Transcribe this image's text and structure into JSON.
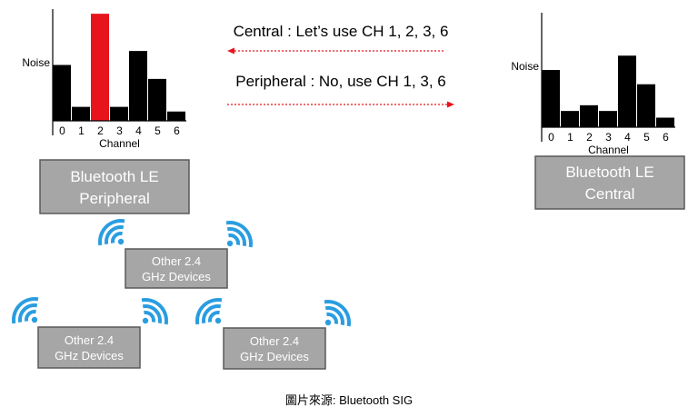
{
  "colors": {
    "bar": "#000000",
    "highlight_bar": "#e8141c",
    "box_fill": "#a6a6a6",
    "box_stroke": "#595959",
    "box_text": "#ffffff",
    "arrow": "#e8141c",
    "wifi": "#2a9de0",
    "text": "#000000"
  },
  "chart_data": [
    {
      "type": "bar",
      "categories": [
        "0",
        "1",
        "2",
        "3",
        "4",
        "5",
        "6"
      ],
      "values": [
        6,
        1.5,
        11.5,
        1.5,
        7.5,
        4.5,
        1
      ],
      "highlight_index": 2,
      "xlabel": "Channel",
      "ylabel": "Noise",
      "ylim": [
        0,
        12
      ]
    },
    {
      "type": "bar",
      "categories": [
        "0",
        "1",
        "2",
        "3",
        "4",
        "5",
        "6"
      ],
      "values": [
        6,
        1.7,
        2.3,
        1.7,
        7.5,
        4.5,
        1
      ],
      "highlight_index": null,
      "xlabel": "Channel",
      "ylabel": "Noise",
      "ylim": [
        0,
        12
      ]
    }
  ],
  "messages": {
    "central": "Central : Let’s use CH 1, 2, 3, 6",
    "peripheral": "Peripheral : No, use CH 1, 3, 6"
  },
  "boxes": {
    "peripheral": [
      "Bluetooth LE",
      "Peripheral"
    ],
    "central": [
      "Bluetooth LE",
      "Central"
    ],
    "other_label": [
      "Other 2.4",
      "GHz Devices"
    ]
  },
  "caption": "圖片來源: Bluetooth SIG"
}
